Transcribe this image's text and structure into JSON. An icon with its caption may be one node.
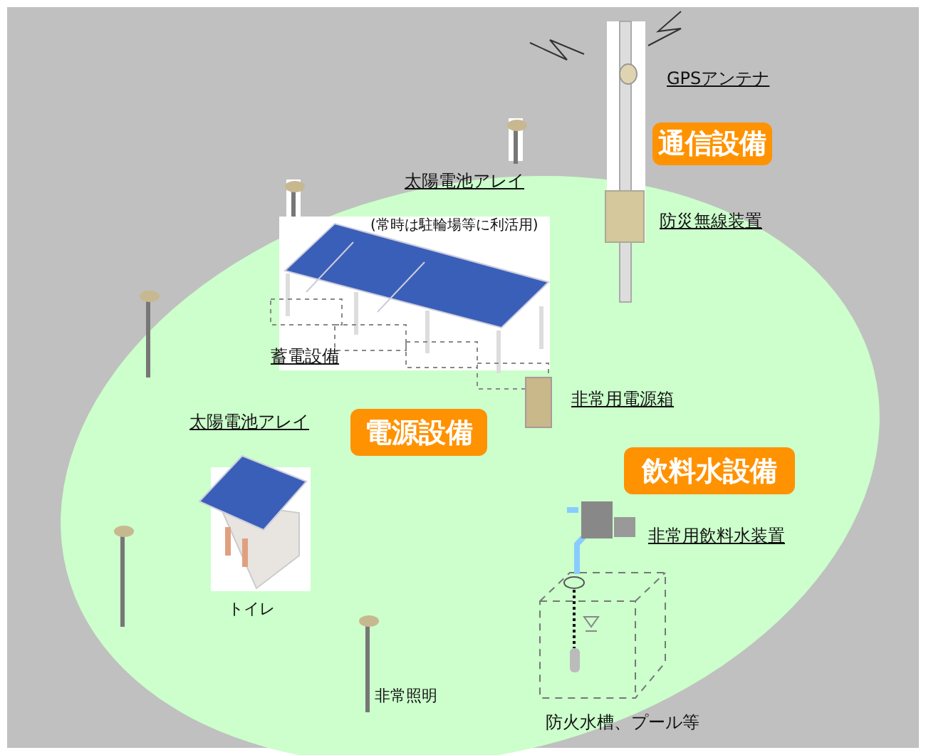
{
  "diagram": {
    "nodes": [
      {
        "text": [
          "通信設備"
        ]
      },
      {
        "text": [
          "電源設備"
        ]
      },
      {
        "text": [
          "飲料水設備"
        ]
      }
    ],
    "labels": [
      "GPSアンテナ",
      "太陽電池アレイ",
      "(常時は駐輪場等に利活用)",
      "防災無線装置",
      "蓄電設備",
      "非常用電源箱",
      "太陽電池アレイ",
      "非常用飲料水装置",
      "トイレ",
      "非常照明",
      "防火水槽、プール等"
    ]
  }
}
